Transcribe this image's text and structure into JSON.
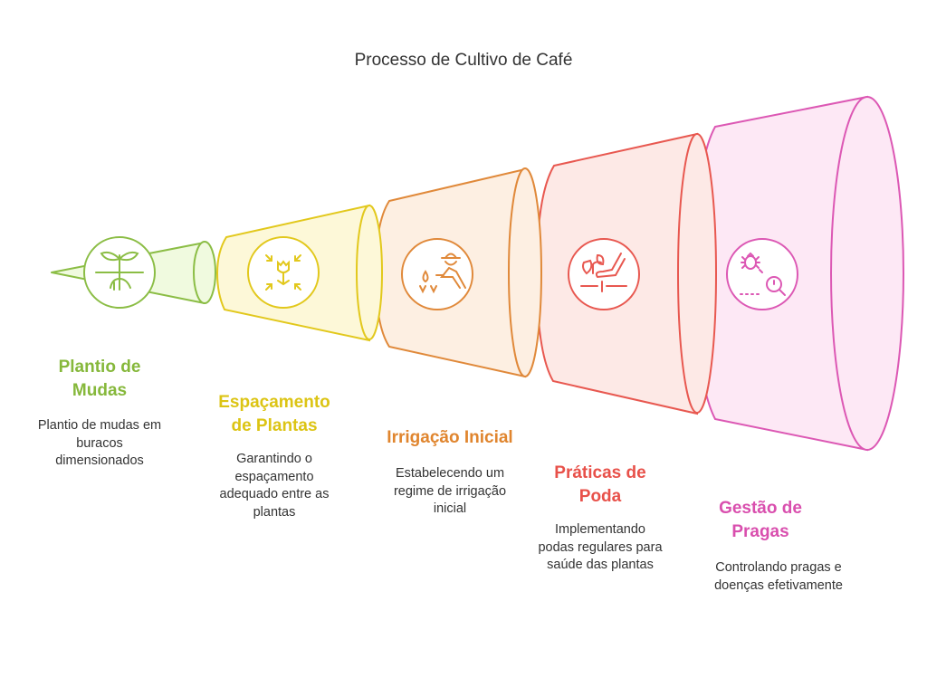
{
  "title": "Processo de Cultivo de Café",
  "stages": [
    {
      "label": "Plantio de Mudas",
      "desc": "Plantio de mudas em buracos dimensionados",
      "icon": "plant-roots-icon",
      "stroke": "#8bbd45",
      "fill": "#f0fadf",
      "text": "#86b83b"
    },
    {
      "label": "Espaçamento de Plantas",
      "desc": "Garantindo o espaçamento adequado entre as plantas",
      "icon": "flower-arrows-icon",
      "stroke": "#e2c81c",
      "fill": "#fdf8d8",
      "text": "#dcc414"
    },
    {
      "label": "Irrigação Inicial",
      "desc": "Estabelecendo um regime de irrigação inicial",
      "icon": "farmer-watering-icon",
      "stroke": "#e0893a",
      "fill": "#fdefe2",
      "text": "#e0852e"
    },
    {
      "label": "Práticas de Poda",
      "desc": "Implementando podas regulares para saúde das plantas",
      "icon": "hand-pruning-plant-icon",
      "stroke": "#e85850",
      "fill": "#fde9e6",
      "text": "#e8514a"
    },
    {
      "label": "Gestão de Pragas",
      "desc": "Controlando pragas e doenças efetivamente",
      "icon": "bug-magnifier-icon",
      "stroke": "#dc58b4",
      "fill": "#fde8f5",
      "text": "#d94fae"
    }
  ]
}
